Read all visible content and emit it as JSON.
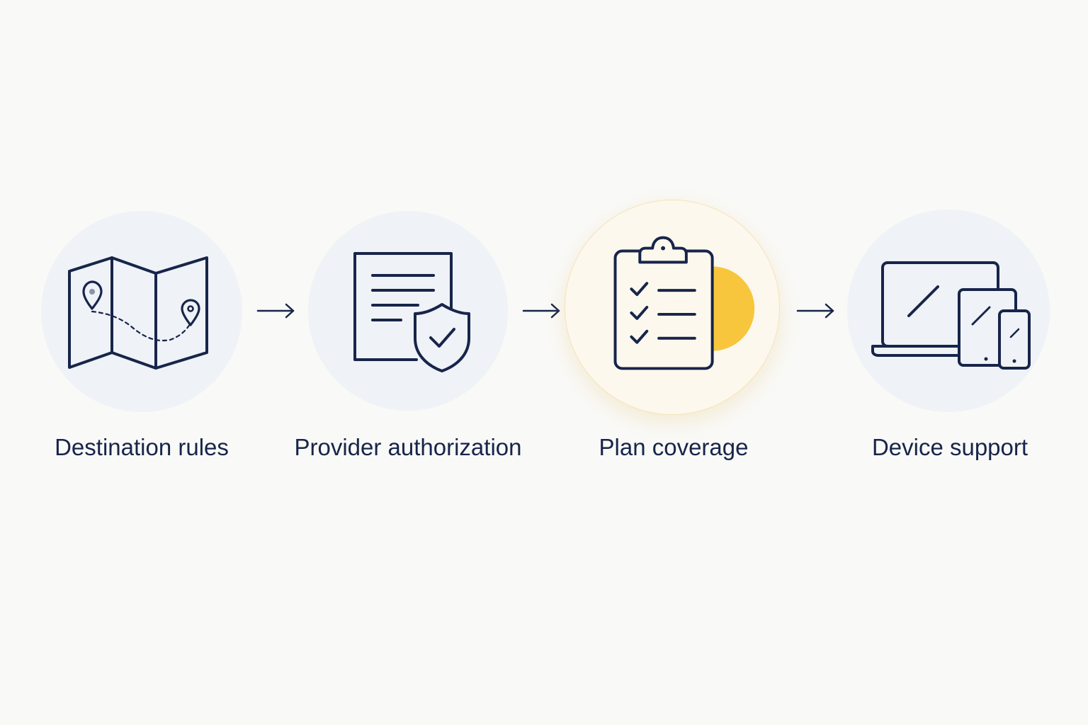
{
  "steps": [
    {
      "label": "Destination rules",
      "icon": "folded-map-icon",
      "highlighted": false
    },
    {
      "label": "Provider authorization",
      "icon": "shield-document-icon",
      "highlighted": false
    },
    {
      "label": "Plan coverage",
      "icon": "clipboard-checklist-icon",
      "highlighted": true
    },
    {
      "label": "Device support",
      "icon": "multi-device-icon",
      "highlighted": false
    }
  ],
  "connectors": [
    "arrow-right-icon",
    "arrow-right-icon",
    "arrow-right-icon"
  ],
  "colors": {
    "background": "#f9f9f7",
    "icon_stroke": "#17254a",
    "circle": "#eff2f6",
    "highlight_fill": "#fdf8ee",
    "accent": "#f8c63c"
  }
}
